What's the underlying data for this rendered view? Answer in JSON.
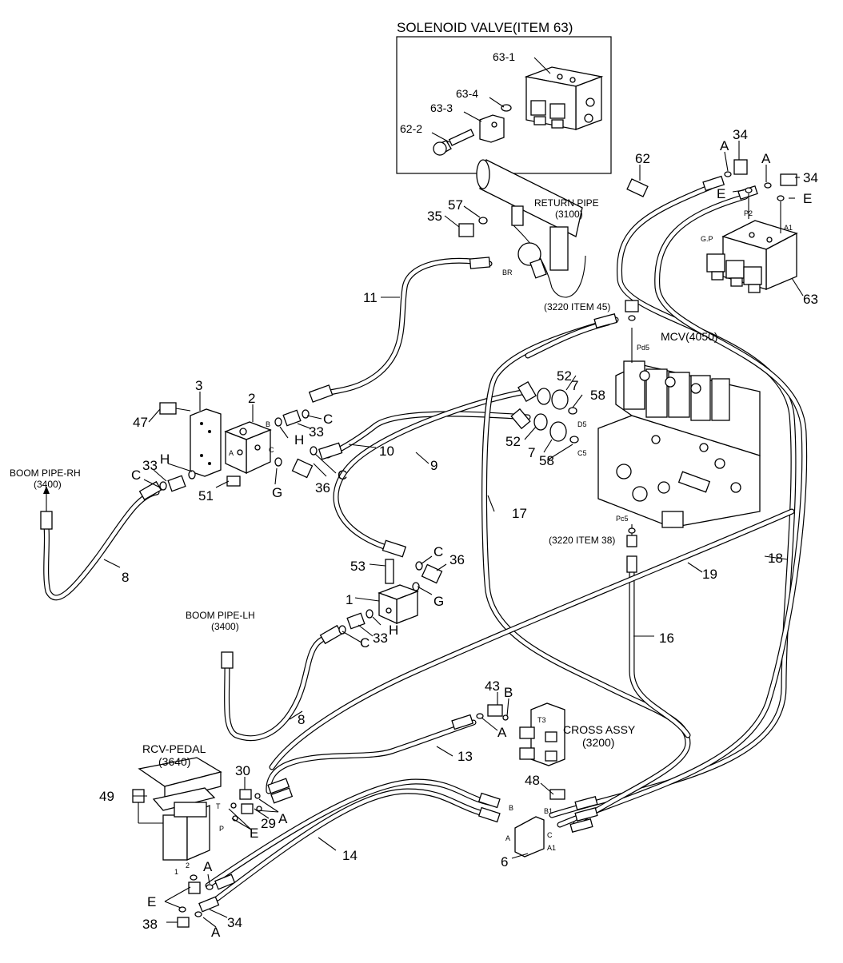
{
  "inset": {
    "title": "SOLENOID VALVE(ITEM 63)",
    "items": [
      "63-1",
      "63-4",
      "63-3",
      "62-2"
    ]
  },
  "labels": {
    "return_pipe": "RETURN PIPE",
    "return_pipe_ref": "(3100)",
    "mcv": "MCV(4050)",
    "item45": "(3220 ITEM 45)",
    "item38": "(3220 ITEM 38)",
    "boom_rh": "BOOM PIPE-RH",
    "boom_rh_ref": "(3400)",
    "boom_lh": "BOOM PIPE-LH",
    "boom_lh_ref": "(3400)",
    "rcv": "RCV-PEDAL",
    "rcv_ref": "(3640)",
    "cross": "CROSS ASSY",
    "cross_ref": "(3200)"
  },
  "callouts": {
    "n62": "62",
    "n34a": "34",
    "n34b": "34",
    "A1": "A",
    "A2": "A",
    "E1": "E",
    "E2": "E",
    "n63": "63",
    "n35": "35",
    "n57": "57",
    "n11": "11",
    "n52a": "52",
    "n7a": "7",
    "n58a": "58",
    "n52b": "52",
    "n7b": "7",
    "n58b": "58",
    "n3": "3",
    "n2": "2",
    "n47": "47",
    "H1": "H",
    "n33a": "33",
    "C1": "C",
    "n10": "10",
    "C2": "C",
    "n36a": "36",
    "G1": "G",
    "n51": "51",
    "H2": "H",
    "n33b": "33",
    "C3": "C",
    "n9": "9",
    "n17": "17",
    "n8a": "8",
    "C4": "C",
    "n36b": "36",
    "n53": "53",
    "n1": "1",
    "G2": "G",
    "H3": "H",
    "n33c": "33",
    "C5": "C",
    "n16": "16",
    "n19": "19",
    "n18": "18",
    "n8b": "8",
    "n43": "43",
    "B1": "B",
    "A3": "A",
    "n13": "13",
    "n30": "30",
    "n29": "29",
    "A4": "A",
    "E3": "E",
    "n49": "49",
    "n48": "48",
    "n14": "14",
    "n6": "6",
    "A5": "A",
    "E4": "E",
    "n38": "38",
    "A6": "A",
    "n34c": "34"
  },
  "port_marks": {
    "P2": "P2",
    "GP": "G.P",
    "A1": "A1",
    "BR": "BR",
    "Pd5": "Pd5",
    "D5": "D5",
    "C5": "C5",
    "Pc5": "Pc5",
    "B": "B",
    "C": "C",
    "A": "A",
    "T3": "T3",
    "T": "T",
    "P": "P",
    "one": "1",
    "two": "2",
    "bB": "B",
    "bA": "A",
    "bB1": "B1",
    "bC": "C",
    "bA1": "A1"
  }
}
